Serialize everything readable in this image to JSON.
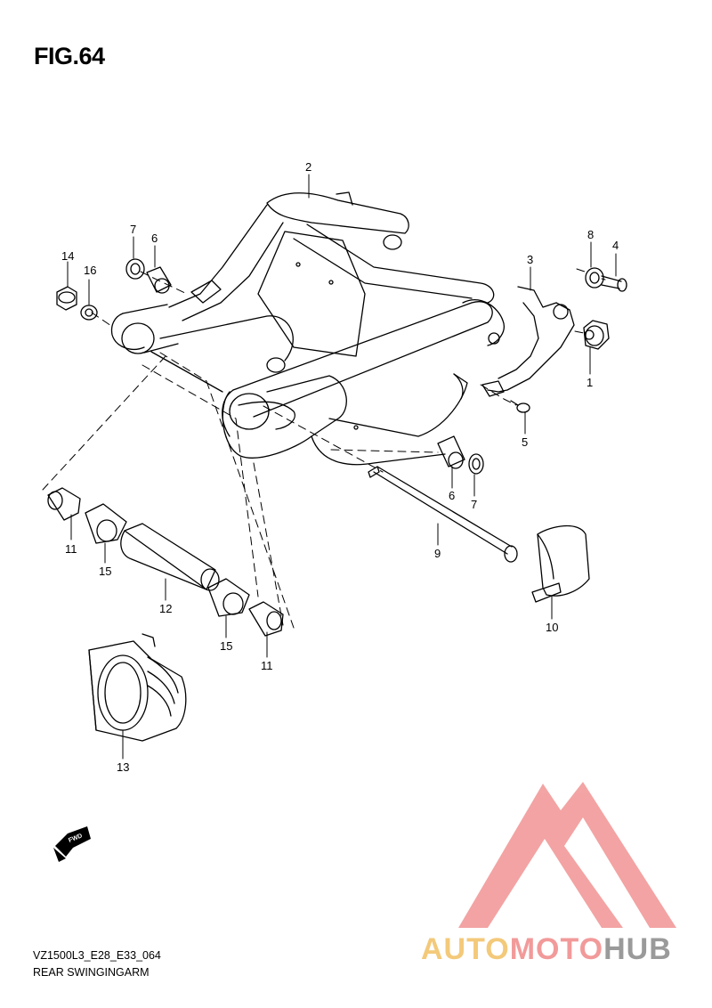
{
  "figure": {
    "title": "FIG.64",
    "code": "VZ1500L3_E28_E33_064",
    "caption": "REAR SWINGINGARM"
  },
  "fwd_arrow": {
    "label": "FWD",
    "icon": "fwd-arrow-icon"
  },
  "callouts": {
    "c1": "1",
    "c2": "2",
    "c3": "3",
    "c4": "4",
    "c5": "5",
    "c6a": "6",
    "c6b": "6",
    "c7a": "7",
    "c7b": "7",
    "c8": "8",
    "c9": "9",
    "c10": "10",
    "c11a": "11",
    "c11b": "11",
    "c12": "12",
    "c13": "13",
    "c14": "14",
    "c15a": "15",
    "c15b": "15",
    "c16": "16"
  },
  "watermark": {
    "part1": "AUTO",
    "part2": "MOTO",
    "part3": "HUB",
    "colors": {
      "auto": "#f3c97a",
      "moto": "#f29a9a",
      "hub": "#9a9a9a",
      "logo": "#f29a9a"
    }
  }
}
